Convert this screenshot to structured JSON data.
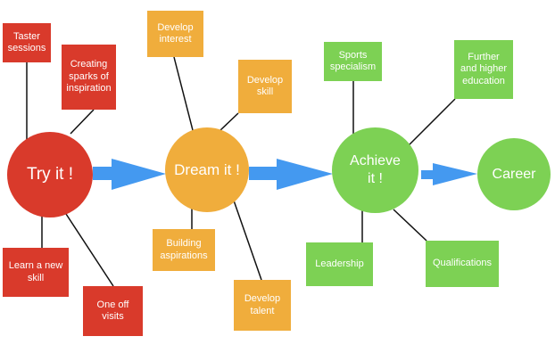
{
  "colors": {
    "try": "#d93a2b",
    "dream": "#f0ad3c",
    "achieve": "#7dd154",
    "arrow": "#4499f0"
  },
  "stages": {
    "try": "Try it !",
    "dream": "Dream it !",
    "achieve": "Achieve\nit !",
    "career": "Career"
  },
  "try_items": {
    "taster": "Taster\nsessions",
    "creating": "Creating\nsparks of\ninspiration",
    "learn": "Learn a new\nskill",
    "oneoff": "One off\nvisits"
  },
  "dream_items": {
    "interest": "Develop\ninterest",
    "skill": "Develop\nskill",
    "building": "Building\naspirations",
    "talent": "Develop\ntalent"
  },
  "achieve_items": {
    "sports": "Sports\nspecialism",
    "further": "Further\nand higher\neducation",
    "leadership": "Leadership",
    "qualifications": "Qualifications"
  }
}
